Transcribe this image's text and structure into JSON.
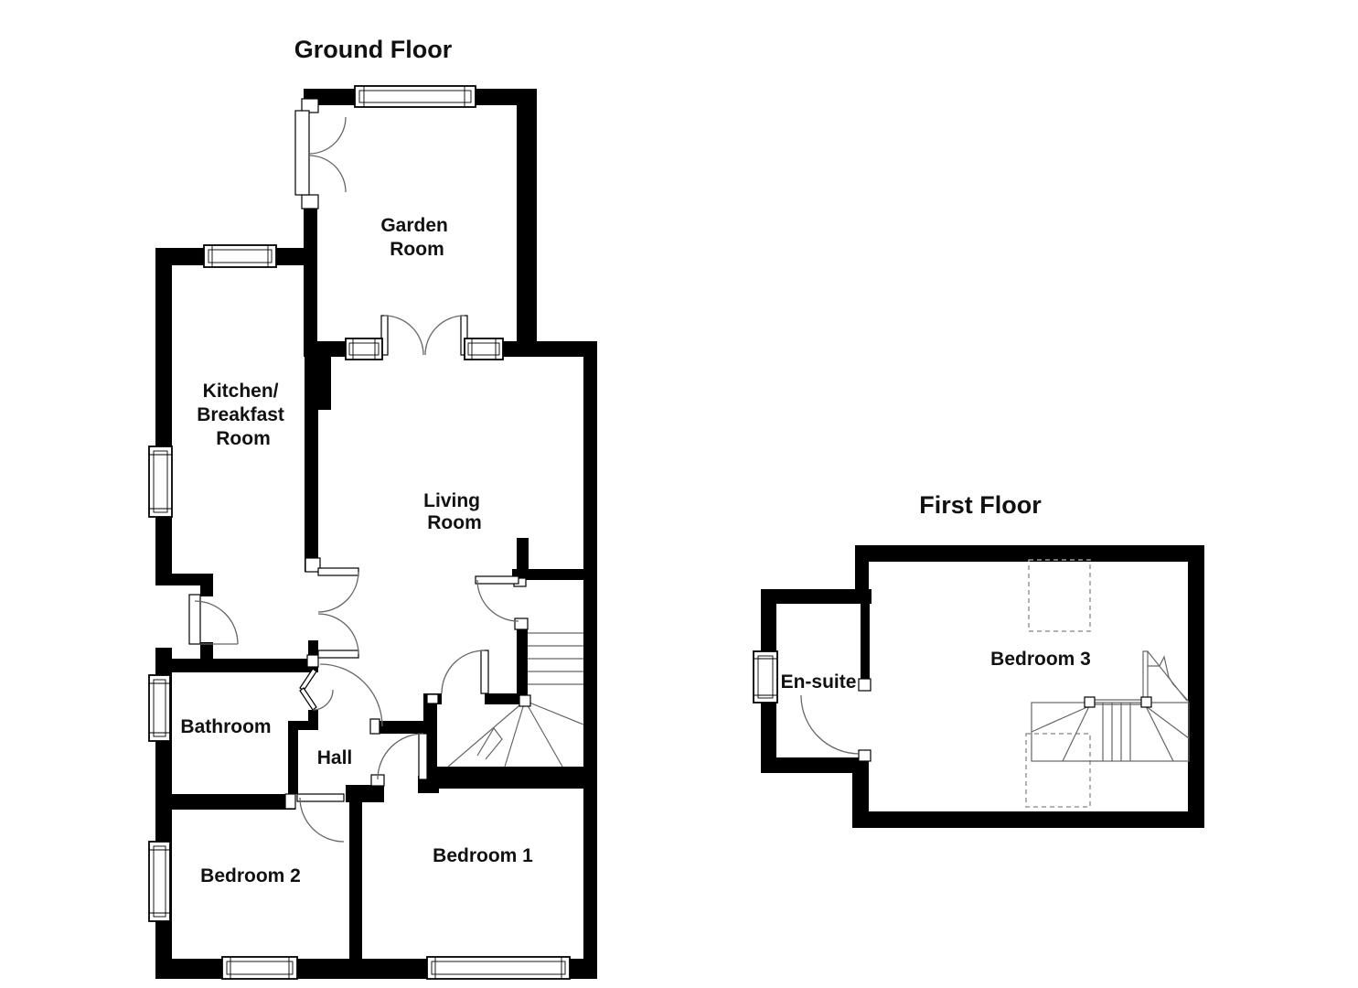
{
  "colors": {
    "wall": "#000000",
    "background": "#ffffff",
    "detail_line": "#666666",
    "dashed_line": "#999999"
  },
  "ground_floor": {
    "title": "Ground Floor",
    "rooms": {
      "garden_room": {
        "line1": "Garden",
        "line2": "Room"
      },
      "kitchen": {
        "line1": "Kitchen/",
        "line2": "Breakfast",
        "line3": "Room"
      },
      "living_room": {
        "line1": "Living",
        "line2": "Room"
      },
      "bathroom": {
        "label": "Bathroom"
      },
      "hall": {
        "label": "Hall"
      },
      "bedroom2": {
        "label": "Bedroom 2"
      },
      "bedroom1": {
        "label": "Bedroom 1"
      }
    }
  },
  "first_floor": {
    "title": "First Floor",
    "rooms": {
      "bedroom3": {
        "label": "Bedroom 3"
      },
      "ensuite": {
        "label": "En-suite"
      }
    }
  }
}
